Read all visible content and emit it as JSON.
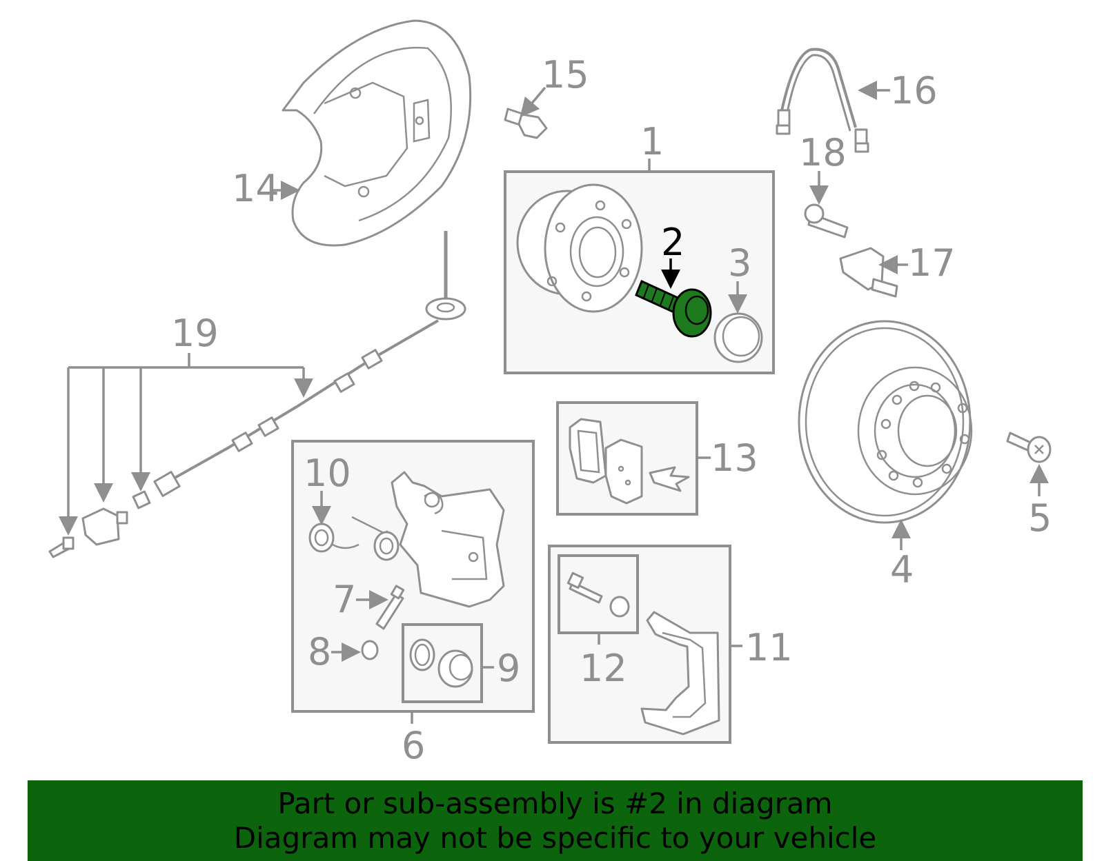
{
  "diagram": {
    "callouts": {
      "c1": "1",
      "c2": "2",
      "c3": "3",
      "c4": "4",
      "c5": "5",
      "c6": "6",
      "c7": "7",
      "c8": "8",
      "c9": "9",
      "c10": "10",
      "c11": "11",
      "c12": "12",
      "c13": "13",
      "c14": "14",
      "c15": "15",
      "c16": "16",
      "c17": "17",
      "c18": "18",
      "c19": "19"
    },
    "highlighted_part": "2",
    "highlight_color": "#1e7a1e",
    "line_color": "#8f8f8f"
  },
  "banner": {
    "line1": "Part or sub-assembly is #2 in diagram",
    "line2": "Diagram may not be specific to your vehicle",
    "background": "#0c640c"
  }
}
